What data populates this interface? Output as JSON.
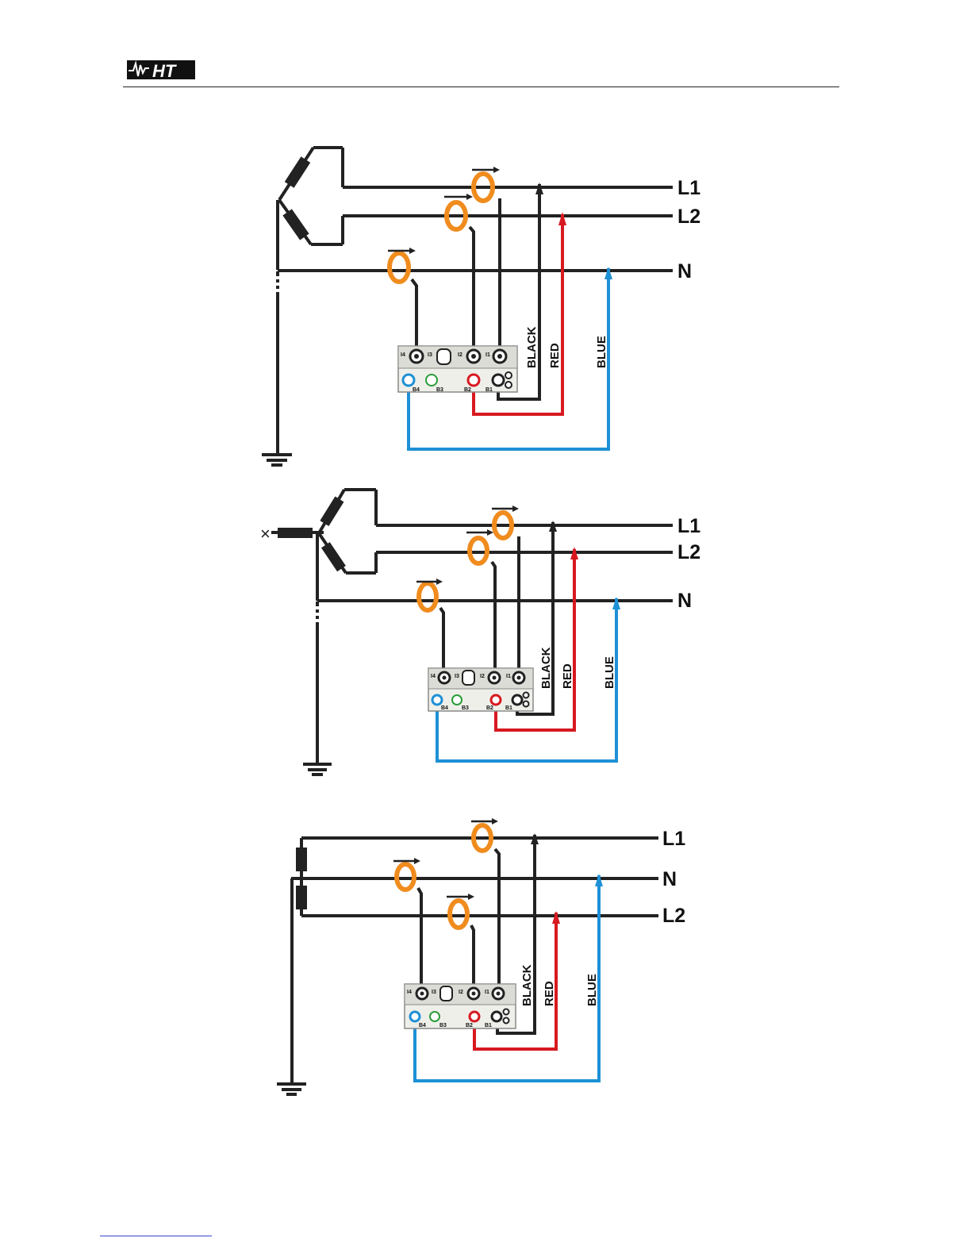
{
  "header": {
    "logo_text": "HT",
    "registered_mark": "®"
  },
  "diagrams": [
    {
      "id": "star-system",
      "lines": [
        "L1",
        "L2",
        "N"
      ],
      "cables": [
        "BLACK",
        "RED",
        "BLUE"
      ],
      "inputs": [
        "I4",
        "I3",
        "I2",
        "I1",
        "B4",
        "B3",
        "B2",
        "B1"
      ]
    },
    {
      "id": "star-system-grounded",
      "lines": [
        "L1",
        "L2",
        "N"
      ],
      "cables": [
        "BLACK",
        "RED",
        "BLUE"
      ],
      "inputs": [
        "I4",
        "I3",
        "I2",
        "I1",
        "B4",
        "B3",
        "B2",
        "B1"
      ]
    },
    {
      "id": "split-phase-system",
      "lines": [
        "L1",
        "N",
        "L2"
      ],
      "cables": [
        "BLACK",
        "RED",
        "BLUE"
      ],
      "inputs": [
        "I4",
        "I3",
        "I2",
        "I1",
        "B4",
        "B3",
        "B2",
        "B1"
      ]
    }
  ],
  "colors": {
    "black": "#222222",
    "red": "#d71920",
    "blue": "#1e90d6",
    "clamp": "#f08c1e",
    "green": "#2a9d3a"
  }
}
